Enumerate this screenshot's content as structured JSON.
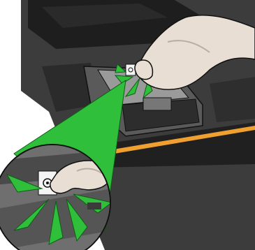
{
  "illustration": {
    "subject": "printer-printhead-carriage",
    "callout": "magnified-circle",
    "colors": {
      "printer_body": "#3c3c3c",
      "printer_dark": "#1e1e1e",
      "carriage": "#5a5a5a",
      "carriage_light": "#9a9a9a",
      "highlight_green": "#2fbf3a",
      "accent_orange": "#f0a030",
      "skin": "#e8ded4",
      "skin_shadow": "#b9aea3",
      "outline": "#111111"
    },
    "icons": [
      "pressure-arrows",
      "latch-symbol"
    ]
  }
}
